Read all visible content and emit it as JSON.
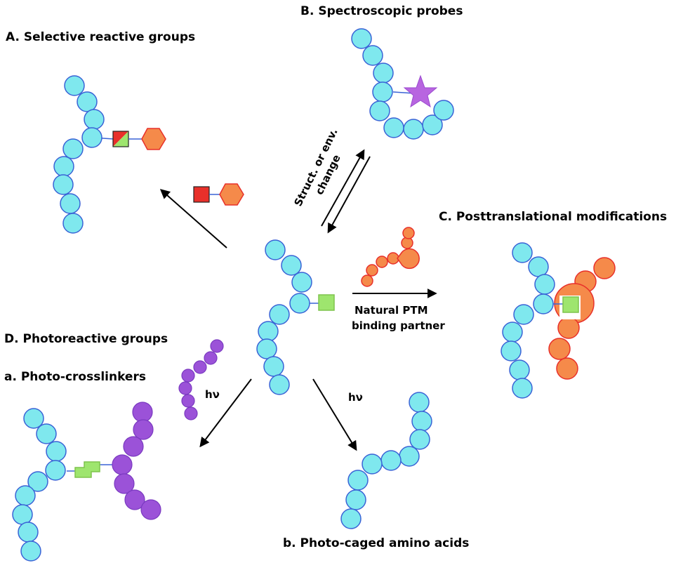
{
  "labels": {
    "A": "A. Selective reactive groups",
    "B": "B. Spectroscopic probes",
    "C": "C. Posttranslational modifications",
    "D": "D. Photoreactive groups",
    "a": "a. Photo-crosslinkers",
    "b": "b. Photo-caged amino acids",
    "struct_line1": "Struct. or env.",
    "struct_line2": "change",
    "ptm_line1": "Natural PTM",
    "ptm_line2": "binding partner",
    "hv_left": "hν",
    "hv_right": "hν"
  },
  "colors": {
    "bead_fill": "#7fe8ee",
    "bead_stroke": "#3a63d6",
    "green_tag": "#9ee56e",
    "red_group": "#e8302a",
    "orange_group": "#f58a4a",
    "purple": "#9b52d8",
    "probe_star": "#b865e0"
  }
}
